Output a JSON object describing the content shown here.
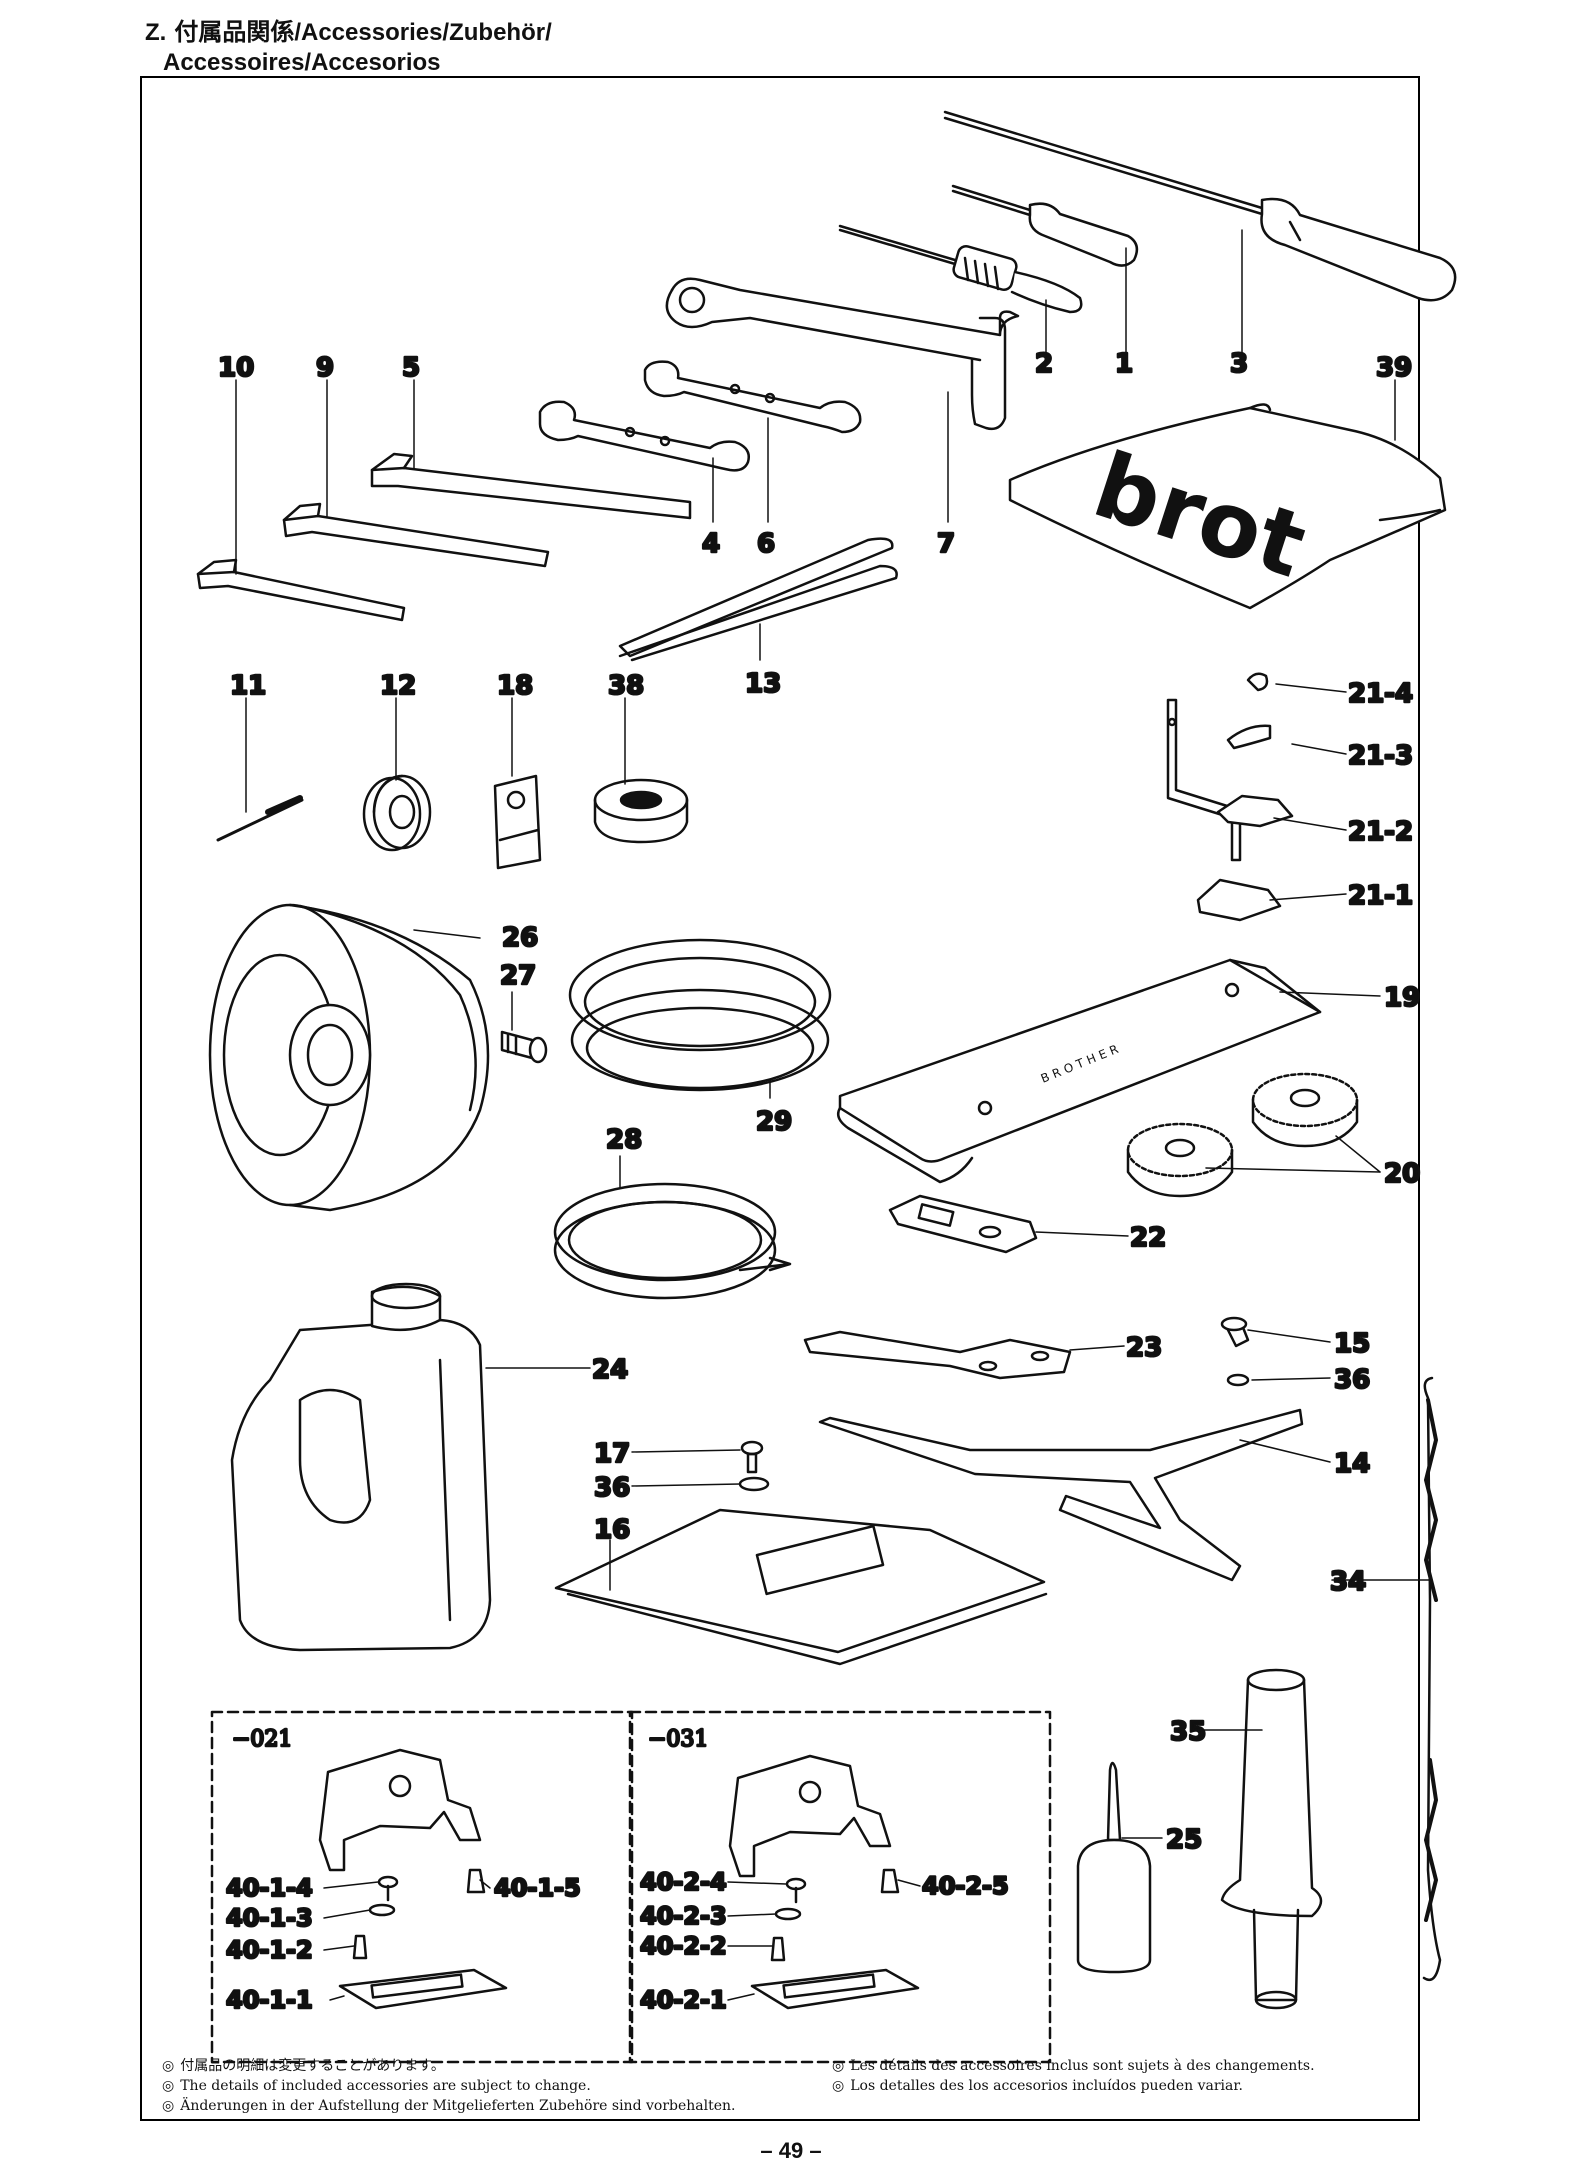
{
  "header": {
    "prefix": "Z.",
    "line1": "付属品関係/Accessories/Zubehör/",
    "line2": "Accessoires/Accesorios"
  },
  "diagram": {
    "callouts": [
      "1",
      "2",
      "3",
      "4",
      "5",
      "6",
      "7",
      "9",
      "10",
      "11",
      "12",
      "13",
      "14",
      "15",
      "16",
      "17",
      "18",
      "19",
      "20",
      "21-1",
      "21-2",
      "21-3",
      "21-4",
      "22",
      "23",
      "24",
      "25",
      "26",
      "27",
      "28",
      "29",
      "34",
      "35",
      "36",
      "36",
      "38",
      "39"
    ],
    "variants": {
      "v021": {
        "title": "−021",
        "parts": [
          "40-1-1",
          "40-1-2",
          "40-1-3",
          "40-1-4",
          "40-1-5"
        ]
      },
      "v031": {
        "title": "−031",
        "parts": [
          "40-2-1",
          "40-2-2",
          "40-2-3",
          "40-2-4",
          "40-2-5"
        ]
      }
    },
    "case_text": "BROTHER",
    "bag_text": "brot"
  },
  "notes": {
    "mark": "◎",
    "left": [
      "付属品の明細は変更することがあります。",
      "The details of included accessories are subject to change.",
      "Änderungen in der Aufstellung der Mitgelieferten Zubehöre sind vorbehalten."
    ],
    "right": [
      "Les détails des accessoires inclus sont sujets à des changements.",
      "Los detalles des los accesorios incluídos pueden variar."
    ]
  },
  "footer": {
    "page": "– 49 –"
  }
}
